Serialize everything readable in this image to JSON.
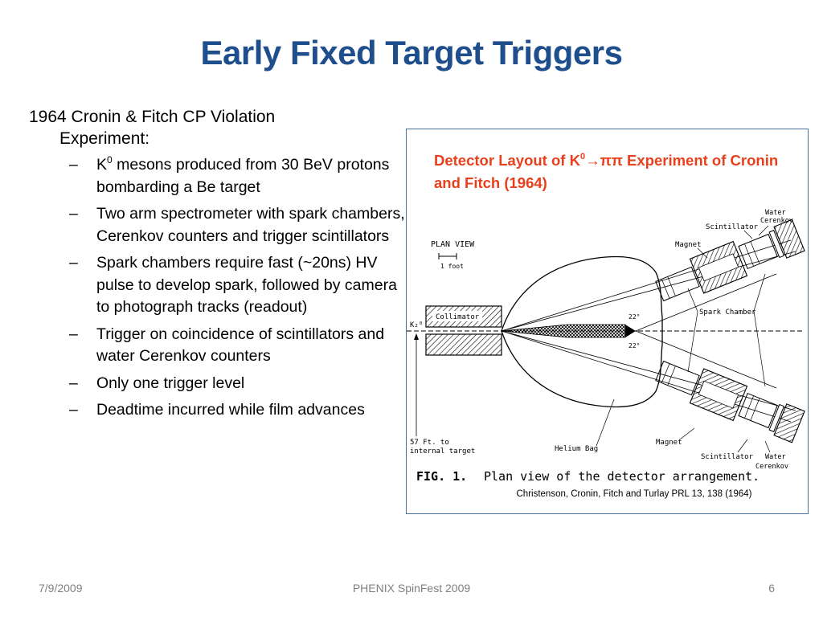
{
  "slide": {
    "title": "Early Fixed Target Triggers",
    "main_point": {
      "line1": "1964 Cronin & Fitch CP Violation",
      "line2": "Experiment:"
    },
    "sub_points": [
      {
        "pre": "K",
        "sup": "0",
        "post": " mesons produced from 30 BeV protons bombarding a Be target"
      },
      {
        "text": "Two arm spectrometer with spark chambers, Cerenkov counters and trigger scintillators"
      },
      {
        "text": "Spark chambers require fast (~20ns) HV pulse to develop spark, followed by camera to photograph tracks (readout)"
      },
      {
        "text": "Trigger on coincidence of scintillators and water Cerenkov counters"
      },
      {
        "text": "Only one trigger level"
      },
      {
        "text": "Deadtime incurred while film advances"
      }
    ],
    "figure": {
      "caption_pre": "Detector Layout of K",
      "caption_sup": "0",
      "caption_arrow": "→ππ",
      "caption_post": " Experiment of Cronin and Fitch (1964)",
      "labels": {
        "plan_view": "PLAN VIEW",
        "scale": "1 foot",
        "collimator": "Collimator",
        "beam": "K₂⁰",
        "distance_1": "57 Ft. to",
        "distance_2": "internal target",
        "helium_bag": "Helium Bag",
        "magnet_top": "Magnet",
        "magnet_bottom": "Magnet",
        "scintillator_top": "Scintillator",
        "scintillator_bottom": "Scintillator",
        "water_top_1": "Water",
        "water_top_2": "Cerenkov",
        "water_bottom_1": "Water",
        "water_bottom_2": "Cerenkov",
        "spark_chamber": "Spark Chamber",
        "angle_top": "22°",
        "angle_bottom": "22°"
      },
      "fig_label": "FIG. 1.",
      "fig_text": "Plan view of the detector arrangement.",
      "citation": "Christenson, Cronin, Fitch and Turlay PRL 13, 138 (1964)"
    },
    "footer": {
      "date": "7/9/2009",
      "center": "PHENIX SpinFest 2009",
      "page": "6"
    }
  }
}
